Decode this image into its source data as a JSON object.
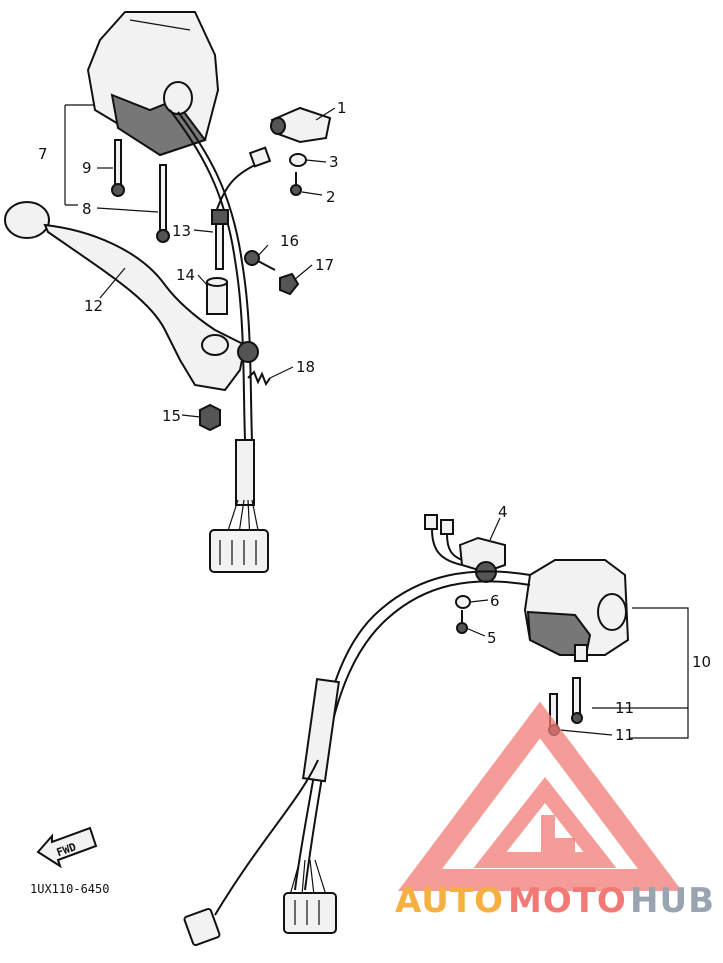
{
  "callouts": [
    {
      "id": "1",
      "text": "1"
    },
    {
      "id": "2",
      "text": "2"
    },
    {
      "id": "3",
      "text": "3"
    },
    {
      "id": "4",
      "text": "4"
    },
    {
      "id": "5",
      "text": "5"
    },
    {
      "id": "6",
      "text": "6"
    },
    {
      "id": "7",
      "text": "7"
    },
    {
      "id": "8",
      "text": "8"
    },
    {
      "id": "9",
      "text": "9"
    },
    {
      "id": "10",
      "text": "10"
    },
    {
      "id": "11a",
      "text": "11"
    },
    {
      "id": "11b",
      "text": "11"
    },
    {
      "id": "12",
      "text": "12"
    },
    {
      "id": "13",
      "text": "13"
    },
    {
      "id": "14",
      "text": "14"
    },
    {
      "id": "15",
      "text": "15"
    },
    {
      "id": "16",
      "text": "16"
    },
    {
      "id": "17",
      "text": "17"
    },
    {
      "id": "18",
      "text": "18"
    }
  ],
  "fwd_label": "FWD",
  "diagram_code": "1UX110-6450",
  "watermark": {
    "part1": "AUTO",
    "part2": "MOTO",
    "part3": "HUB",
    "color1": "#f5b041",
    "color2": "#f27a76",
    "color3": "#9aa3b0"
  }
}
